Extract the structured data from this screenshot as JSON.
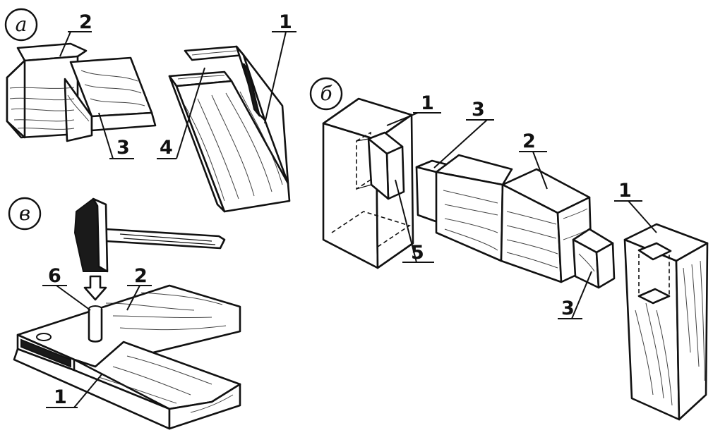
{
  "panels": {
    "a": {
      "letter": "а",
      "labels": {
        "l1": "1",
        "l2": "2",
        "l3": "3",
        "l4": "4"
      }
    },
    "b": {
      "letter": "б",
      "labels": {
        "l1_left": "1",
        "l5": "5",
        "l3_top": "3",
        "l2": "2",
        "l3_bottom": "3",
        "l1_right": "1"
      }
    },
    "v": {
      "letter": "в",
      "labels": {
        "l6": "6",
        "l2": "2",
        "l1": "1"
      }
    }
  }
}
